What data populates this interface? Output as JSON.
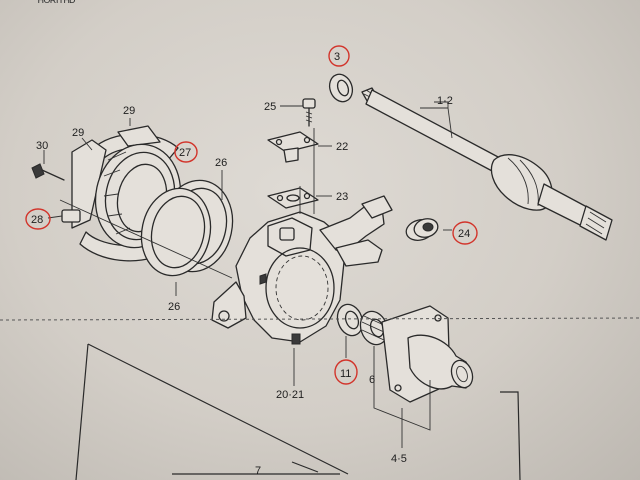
{
  "header_fragment": "ᴴᴼᴿᴵᵀᴴᴰ",
  "callouts": {
    "c3": "3",
    "c1_2": "1·2",
    "c25": "25",
    "c22": "22",
    "c23": "23",
    "c24": "24",
    "c29a": "29",
    "c29b": "29",
    "c30": "30",
    "c27": "27",
    "c26a": "26",
    "c26b": "26",
    "c28": "28",
    "c11": "11",
    "c6": "6",
    "c20_21": "20·21",
    "c4_5": "4·5",
    "c7": "7"
  },
  "highlight_color": "#d2342b",
  "line_color": "#2a2a2a",
  "paper_color": "#dedad4"
}
